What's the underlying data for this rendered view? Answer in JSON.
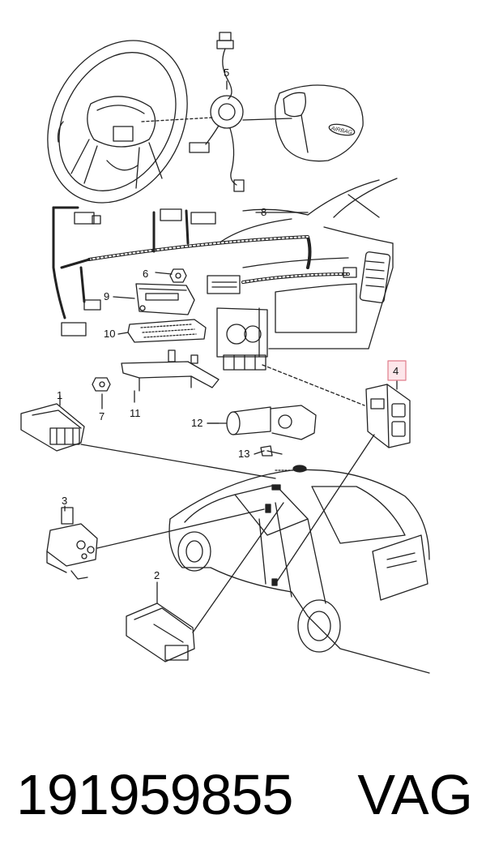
{
  "diagram": {
    "callouts": [
      "1",
      "2",
      "3",
      "4",
      "5",
      "6",
      "7",
      "8",
      "9",
      "10",
      "11",
      "12",
      "13"
    ],
    "airbag_label": "AIRBAG",
    "highlight_color": "#e07b8a"
  },
  "footer": {
    "part_number": "191959855",
    "brand": "VAG"
  }
}
